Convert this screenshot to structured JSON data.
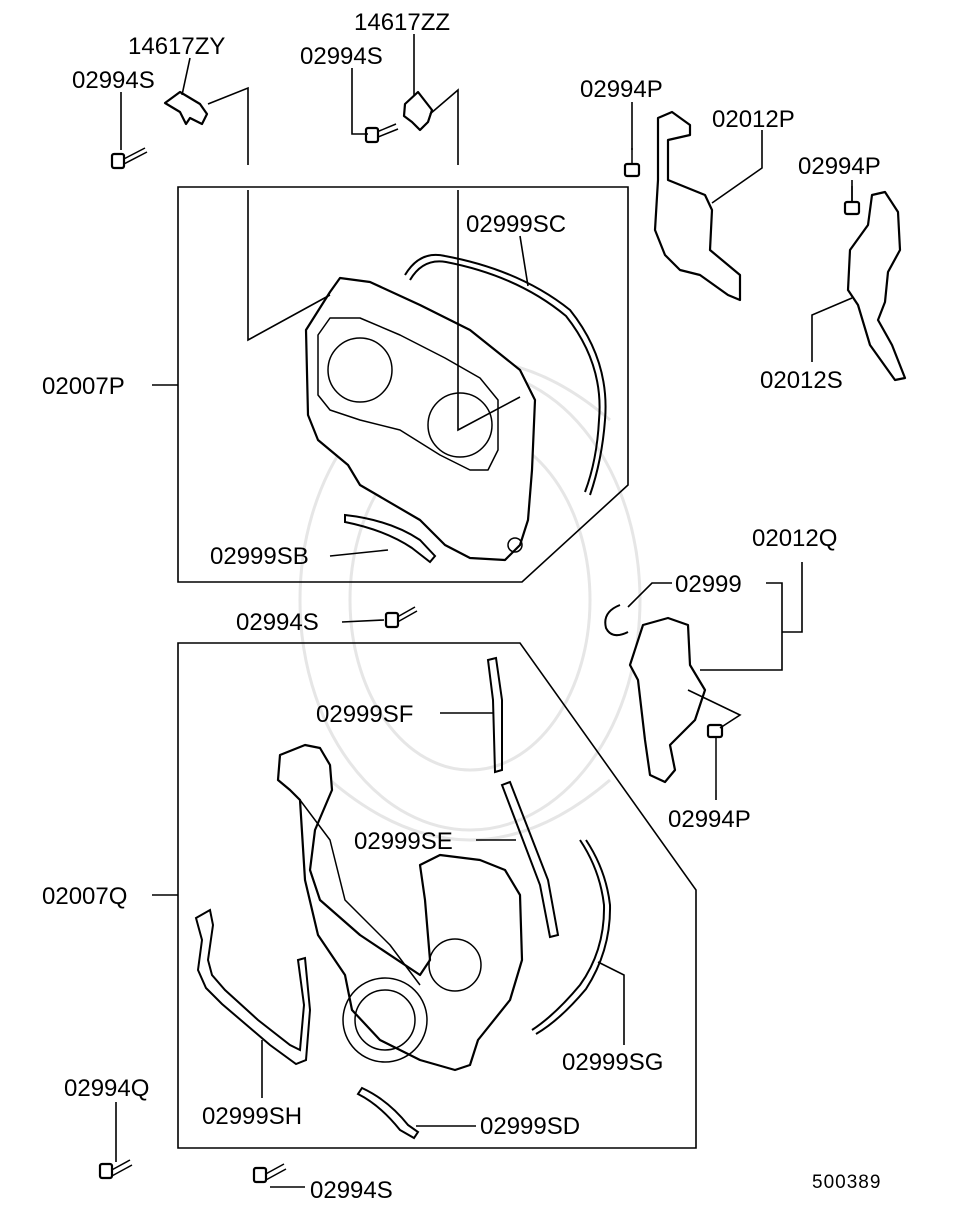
{
  "figure_number": "500389",
  "callouts": {
    "c14617ZY": "14617ZY",
    "c14617ZZ": "14617ZZ",
    "c02994S_a": "02994S",
    "c02994S_b": "02994S",
    "c02994S_c": "02994S",
    "c02994S_d": "02994S",
    "c02994P_a": "02994P",
    "c02994P_b": "02994P",
    "c02994P_c": "02994P",
    "c02994Q": "02994Q",
    "c02012P": "02012P",
    "c02012S": "02012S",
    "c02012Q": "02012Q",
    "c02999": "02999",
    "c02007P": "02007P",
    "c02007Q": "02007Q",
    "c02999SC": "02999SC",
    "c02999SB": "02999SB",
    "c02999SF": "02999SF",
    "c02999SE": "02999SE",
    "c02999SG": "02999SG",
    "c02999SH": "02999SH",
    "c02999SD": "02999SD"
  }
}
